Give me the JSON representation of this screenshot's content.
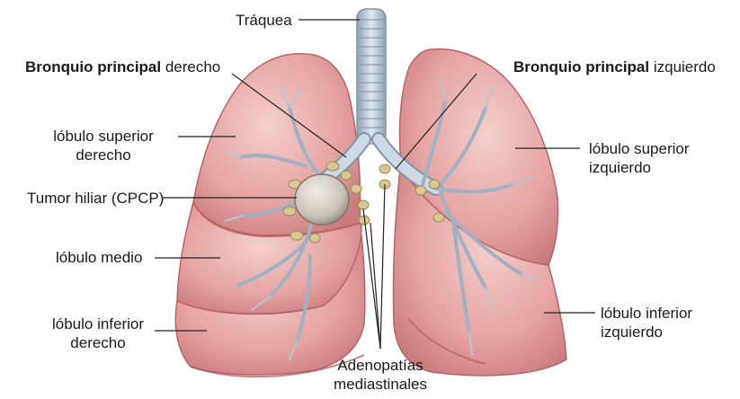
{
  "labels": {
    "trachea": "Tráquea",
    "right_bronchus_bold": "Bronquio principal",
    "right_bronchus_rest": " derecho",
    "left_bronchus_bold": "Bronquio principal",
    "left_bronchus_rest": " izquierdo",
    "right_upper_1": "lóbulo superior",
    "right_upper_2": "derecho",
    "tumor": "Tumor hiliar (CPCP)",
    "right_middle": "lóbulo medio",
    "right_lower_1": "lóbulo inferior",
    "right_lower_2": "derecho",
    "left_upper_1": "lóbulo superior",
    "left_upper_2": "izquierdo",
    "left_lower_1": "lóbulo inferior",
    "left_lower_2": "izquierdo",
    "nodes_1": "Adenopatías",
    "nodes_2": "mediastinales"
  },
  "colors": {
    "lung": "#e7a3a1",
    "lung_edge": "#b86466",
    "lung_light": "#f3c6c2",
    "airway": "#b9c9d9",
    "airway_edge": "#7f95ab",
    "tumor": "#cfcac3",
    "node": "#d8c890",
    "leader": "#222222"
  }
}
